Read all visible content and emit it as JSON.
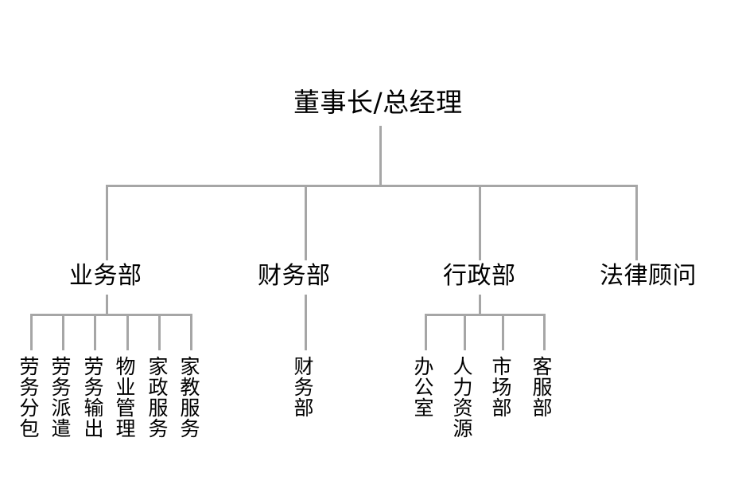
{
  "diagram": {
    "title_node": "董事长/总经理",
    "background_color": "#ffffff",
    "line_color": "#a6a6a6",
    "text_color": "#000000",
    "type": "organization-chart",
    "levels": 3
  },
  "root": {
    "label": "董事长/总经理"
  },
  "departments": [
    {
      "label": "业务部"
    },
    {
      "label": "财务部"
    },
    {
      "label": "行政部"
    },
    {
      "label": "法律顾问"
    }
  ],
  "business_units": [
    {
      "label": "劳务分包"
    },
    {
      "label": "劳务派遣"
    },
    {
      "label": "劳务输出"
    },
    {
      "label": "物业管理"
    },
    {
      "label": "家政服务"
    },
    {
      "label": "家教服务"
    }
  ],
  "finance_units": [
    {
      "label": "财务部"
    }
  ],
  "admin_units": [
    {
      "label": "办公室"
    },
    {
      "label": "人力资源"
    },
    {
      "label": "市场部"
    },
    {
      "label": "客服部"
    }
  ],
  "legal_units": []
}
